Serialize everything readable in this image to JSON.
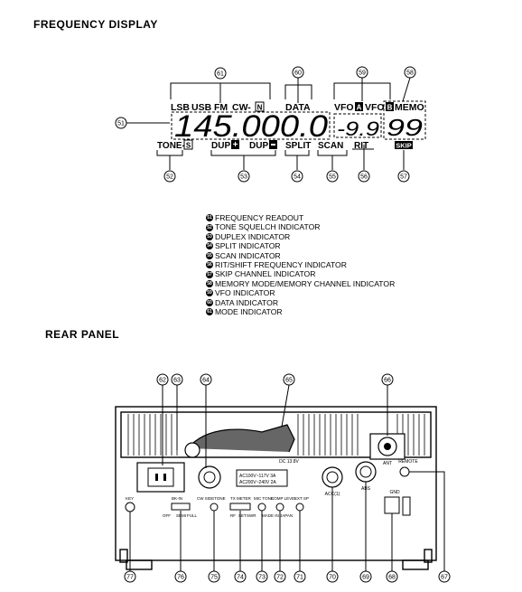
{
  "freq_section": {
    "title": "FREQUENCY DISPLAY",
    "top_labels": [
      "LSB",
      "USB",
      "FM",
      "CW-",
      "N",
      "DATA",
      "VFO",
      "A",
      "VFO",
      "B",
      "MEMO"
    ],
    "readout": "145.000.0",
    "offset": "-9.9",
    "memory_digits": "99",
    "bottom_labels": [
      "TONE-",
      "S",
      "DUP",
      "DUP",
      "SPLIT",
      "SCAN",
      "RIT",
      "SKIP"
    ],
    "callouts": [
      "51",
      "52",
      "53",
      "54",
      "55",
      "56",
      "57",
      "58",
      "59",
      "60",
      "61"
    ]
  },
  "legend": [
    {
      "num": "51",
      "text": "FREQUENCY READOUT"
    },
    {
      "num": "52",
      "text": "TONE SQUELCH INDICATOR"
    },
    {
      "num": "53",
      "text": "DUPLEX INDICATOR"
    },
    {
      "num": "54",
      "text": "SPLIT INDICATOR"
    },
    {
      "num": "55",
      "text": "SCAN INDICATOR"
    },
    {
      "num": "56",
      "text": "RIT/SHIFT FREQUENCY INDICATOR"
    },
    {
      "num": "57",
      "text": "SKIP CHANNEL INDICATOR"
    },
    {
      "num": "58",
      "text": "MEMORY MODE/MEMORY CHANNEL INDICATOR"
    },
    {
      "num": "59",
      "text": "VFO INDICATOR"
    },
    {
      "num": "60",
      "text": "DATA INDICATOR"
    },
    {
      "num": "61",
      "text": "MODE INDICATOR"
    }
  ],
  "rear_section": {
    "title": "REAR PANEL",
    "dc_label": "DC 13.8V",
    "ac_line1": "AC100V~117V 3A",
    "ac_line2": "AC200V~240V 2A",
    "acc1": "ACC(1)",
    "abs": "ABS",
    "ant": "ANT",
    "remote": "REMOTE",
    "gnd": "GND",
    "key": "KEY",
    "bkin": "BK-IN",
    "off": "OFF",
    "semi": "SEMI",
    "full": "FULL",
    "cw_sidetone": "CW SIDETONE",
    "tx_meter": "TX METER",
    "rf": "RF",
    "set": "SET",
    "swr": "SWR",
    "mic_tone": "MIC TONE",
    "comp_level": "COMP LEVEL",
    "made_in": "MADE IN JAPAN",
    "ext_sp": "EXT SP",
    "callouts_top": [
      "62",
      "63",
      "64",
      "65",
      "66"
    ],
    "callouts_bottom": [
      "77",
      "76",
      "75",
      "74",
      "73",
      "72",
      "71",
      "70",
      "69",
      "68",
      "67"
    ]
  }
}
